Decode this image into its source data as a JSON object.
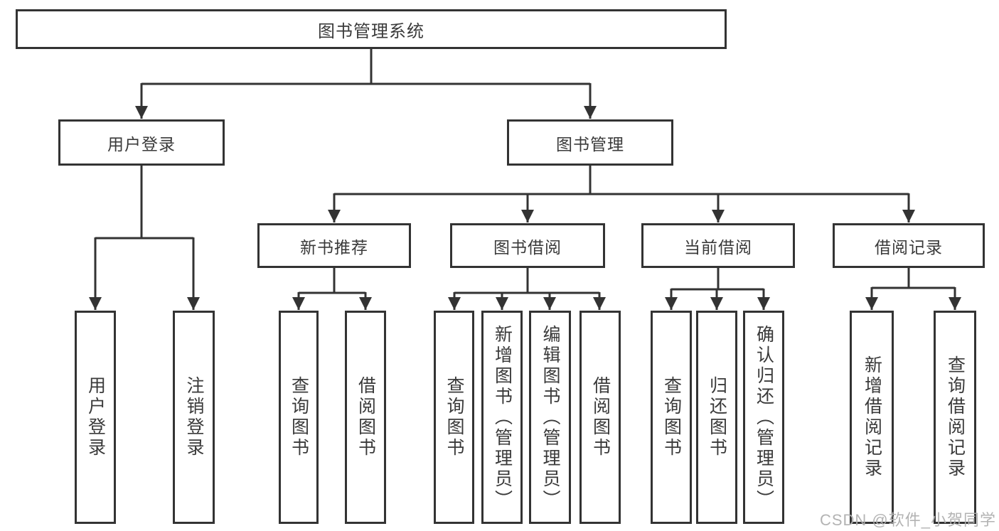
{
  "watermark": {
    "text": "CSDN @软件_小贺同学"
  },
  "colors": {
    "line": "#333333",
    "box_border": "#333333",
    "text": "#3a3a3a",
    "watermark": "#afafaf",
    "background": "#ffffff"
  },
  "diagram": {
    "type": "hierarchy",
    "root": {
      "label": "图书管理系统",
      "children": [
        {
          "label": "用户登录",
          "children": [
            {
              "label": "用户登录"
            },
            {
              "label": "注销登录"
            }
          ]
        },
        {
          "label": "图书管理",
          "children": [
            {
              "label": "新书推荐",
              "children": [
                {
                  "label": "查询图书"
                },
                {
                  "label": "借阅图书"
                }
              ]
            },
            {
              "label": "图书借阅",
              "children": [
                {
                  "label": "查询图书"
                },
                {
                  "label": "新增图书（管理员）"
                },
                {
                  "label": "编辑图书（管理员）"
                },
                {
                  "label": "借阅图书"
                }
              ]
            },
            {
              "label": "当前借阅",
              "children": [
                {
                  "label": "查询图书"
                },
                {
                  "label": "归还图书"
                },
                {
                  "label": "确认归还（管理员）"
                }
              ]
            },
            {
              "label": "借阅记录",
              "children": [
                {
                  "label": "新增借阅记录"
                },
                {
                  "label": "查询借阅记录"
                }
              ]
            }
          ]
        }
      ]
    }
  }
}
